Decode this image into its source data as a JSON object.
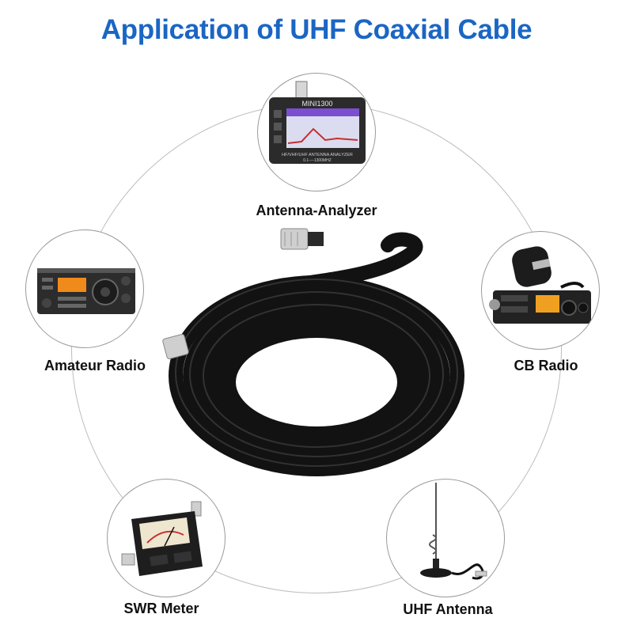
{
  "title": "Application of UHF Coaxial Cable",
  "applications": {
    "analyzer": {
      "label": "Antenna-Analyzer",
      "icon": "antenna-analyzer-device",
      "device_brand": "MINI1300",
      "device_caption": "HF/VHF/UHF ANTENNA ANALYZER",
      "device_range": "0.1----1300MHZ"
    },
    "amateur": {
      "label": "Amateur Radio",
      "icon": "amateur-radio-transceiver"
    },
    "cb": {
      "label": "CB Radio",
      "icon": "cb-radio-with-microphone"
    },
    "swr": {
      "label": "SWR Meter",
      "icon": "swr-meter-device"
    },
    "uhf": {
      "label": "UHF Antenna",
      "icon": "magnetic-mount-antenna"
    }
  },
  "colors": {
    "title": "#1a66c4",
    "ring": "#bdbdbd",
    "cable": "#121212"
  }
}
